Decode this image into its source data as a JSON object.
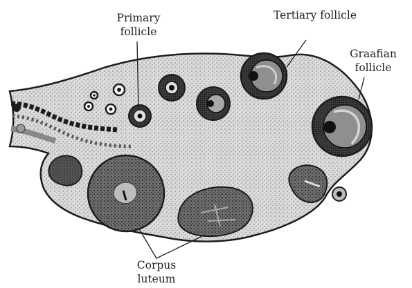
{
  "labels": {
    "primary_follicle": [
      "Primary",
      "follicle"
    ],
    "tertiary_follicle": [
      "Tertiary follicle"
    ],
    "graafian_follicle": [
      "Graafian",
      "follicle"
    ],
    "corpus_luteum": [
      "Corpus",
      "luteum"
    ]
  },
  "colors": {
    "ink": "#1c1c1c",
    "stroma": "#d9d9d9",
    "follicle_fluid": "#8f8f8f",
    "luteal_tissue": "#5f5f5f"
  }
}
